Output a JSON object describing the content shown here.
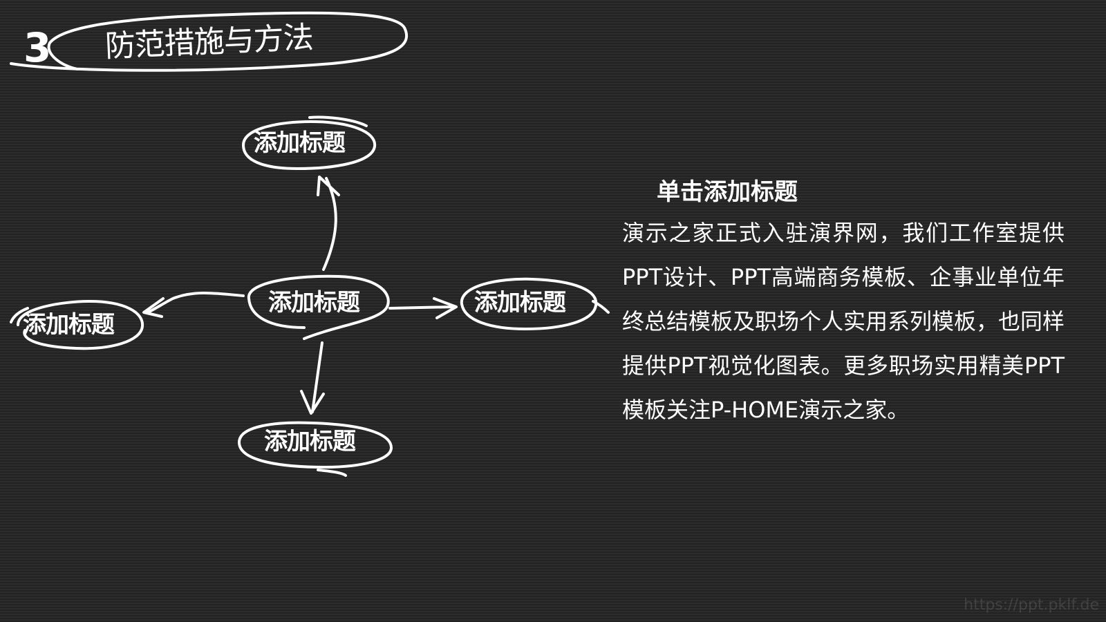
{
  "slide": {
    "number": "3",
    "title": "防范措施与方法"
  },
  "mindmap": {
    "center": "添加标题",
    "top": "添加标题",
    "left": "添加标题",
    "right": "添加标题",
    "bottom": "添加标题"
  },
  "text_block": {
    "heading": "单击添加标题",
    "body": "演示之家正式入驻演界网，我们工作室提供PPT设计、PPT高端商务模板、企事业单位年终总结模板及职场个人实用系列模板，也同样提供PPT视觉化图表。更多职场实用精美PPT模板关注P-HOME演示之家。"
  },
  "watermark": "https://ppt.pklf.de",
  "colors": {
    "background": "#2a2a2a",
    "foreground": "#ffffff"
  }
}
